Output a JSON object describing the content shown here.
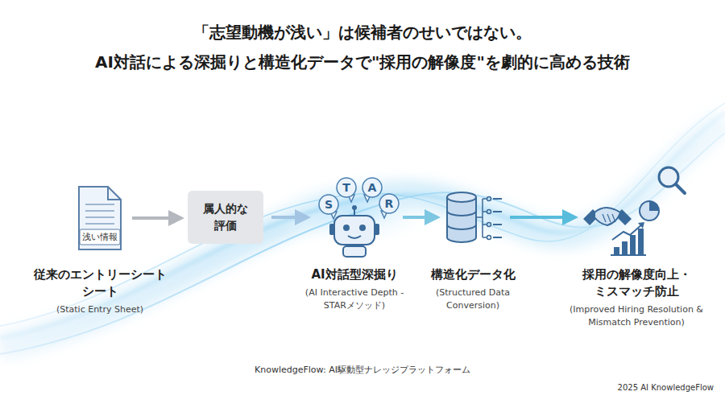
{
  "diagram": {
    "title": "「志望動機が浅い」は候補者のせいではない。 AI対話による深掘りと構造化データで\"採用の解像度\"を劇的に高める技術",
    "nodes": [
      {
        "text": [
          "浅い情報",
          "従来のエントリーシート シート",
          "(Static Entry Sheet)"
        ]
      },
      {
        "text": [
          "属人的な 評価"
        ]
      },
      {
        "text": [
          "AI対話型深掘り",
          "(AI Interactive Depth - STARメソッド)"
        ]
      },
      {
        "text": [
          "構造化データ化",
          "(Structured Data Conversion)"
        ]
      },
      {
        "text": [
          "採用の解像度向上・ ミスマッチ防止",
          "(Improved Hiring Resolution & Mismatch Prevention)"
        ]
      }
    ],
    "edges": [
      {
        "from": 0,
        "to": 1,
        "arrow": "to"
      },
      {
        "from": 1,
        "to": 2,
        "arrow": "to"
      },
      {
        "from": 2,
        "to": 3,
        "arrow": "to"
      },
      {
        "from": 3,
        "to": 4,
        "arrow": "to"
      }
    ],
    "labels": [
      "S",
      "T",
      "A",
      "R",
      "KnowledgeFlow: AI駆動型ナレッジプラットフォーム",
      "2025 AI KnowledgeFlow"
    ]
  }
}
